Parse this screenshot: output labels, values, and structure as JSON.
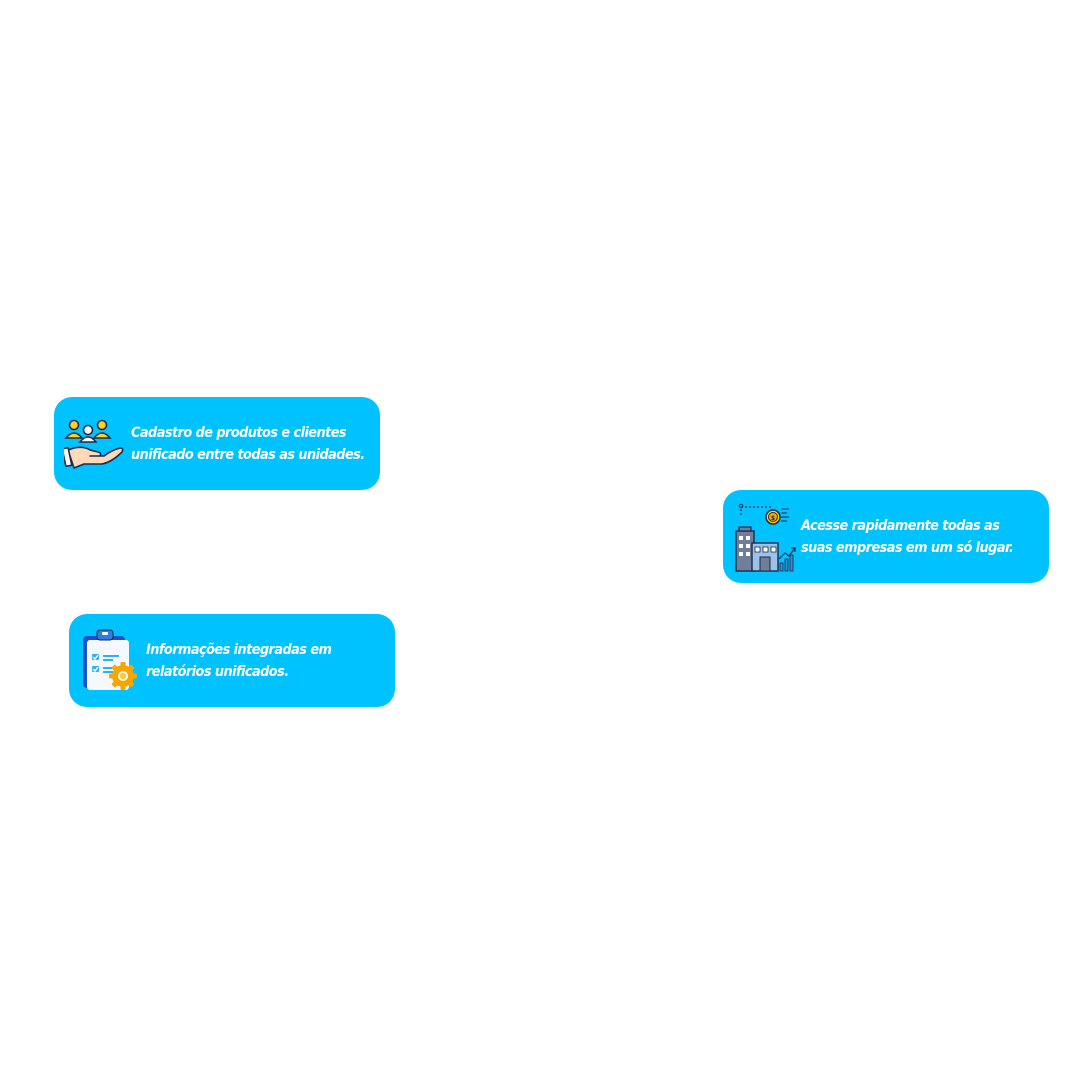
{
  "colors": {
    "background": "#ffffff",
    "card": "#00c2ff",
    "card_text": "#ffffff"
  },
  "cards": [
    {
      "icon": "hand-holding-people-icon",
      "lines": [
        "Cadastro de produtos e clientes",
        "unificado entre todas as unidades."
      ]
    },
    {
      "icon": "buildings-growth-icon",
      "lines": [
        "Acesse rapidamente todas as",
        "suas empresas em um só lugar."
      ]
    },
    {
      "icon": "clipboard-checklist-gear-icon",
      "lines": [
        "Informações integradas em",
        "relatórios unificados."
      ]
    }
  ]
}
